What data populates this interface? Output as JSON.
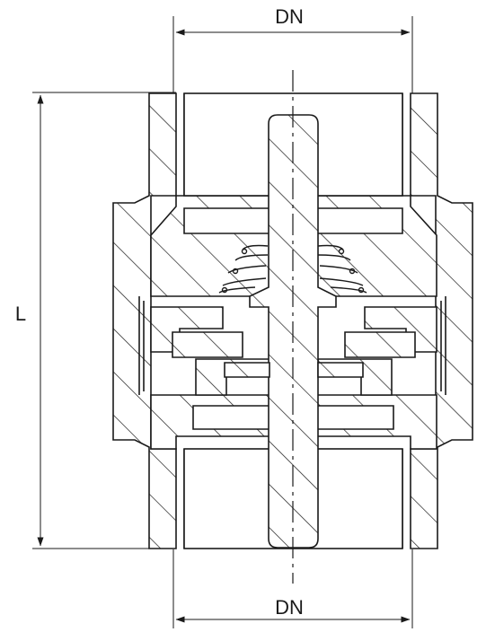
{
  "drawing": {
    "top_dimension_label": "DN",
    "bottom_dimension_label": "DN",
    "length_dimension_label": "L"
  }
}
